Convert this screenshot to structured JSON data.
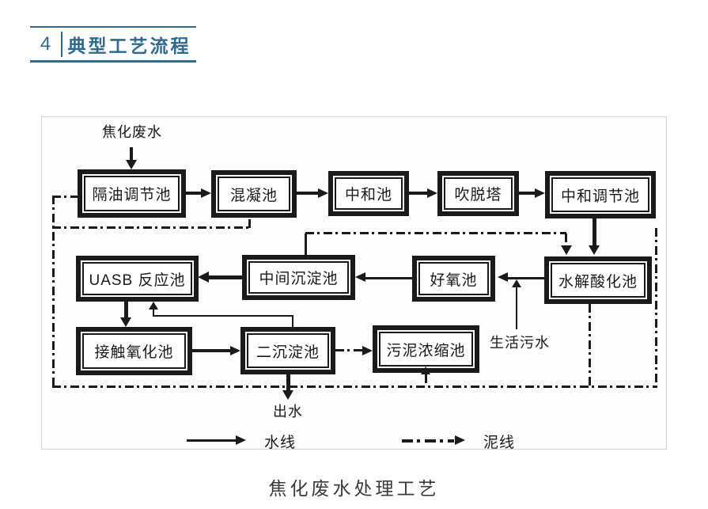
{
  "theme": {
    "accent": "#2e6b8e",
    "ink": "#1a1a1a",
    "caption_color": "#3a3a3a",
    "panel_border": "#d4d4d4"
  },
  "header": {
    "number": "4",
    "title": "典型工艺流程"
  },
  "diagram": {
    "source_label": "焦化废水",
    "effluent_label": "出水",
    "sewage_label": "生活污水",
    "nodes": [
      {
        "id": "oil-separation-tank",
        "label": "隔油调节池"
      },
      {
        "id": "coagulation-tank",
        "label": "混凝池"
      },
      {
        "id": "neutralization-tank",
        "label": "中和池"
      },
      {
        "id": "stripping-tower",
        "label": "吹脱塔"
      },
      {
        "id": "neutralization-regulating-tank",
        "label": "中和调节池"
      },
      {
        "id": "uasb-reactor",
        "label": "UASB 反应池"
      },
      {
        "id": "intermediate-sedimentation-tank",
        "label": "中间沉淀池"
      },
      {
        "id": "aerobic-tank",
        "label": "好氧池"
      },
      {
        "id": "hydrolysis-acidification-tank",
        "label": "水解酸化池"
      },
      {
        "id": "contact-oxidation-tank",
        "label": "接触氧化池"
      },
      {
        "id": "secondary-sedimentation-tank",
        "label": "二沉淀池"
      },
      {
        "id": "sludge-thickening-tank",
        "label": "污泥浓缩池"
      }
    ],
    "legend": {
      "water_label": "水线",
      "sludge_label": "泥线"
    }
  },
  "caption": "焦化废水处理工艺"
}
